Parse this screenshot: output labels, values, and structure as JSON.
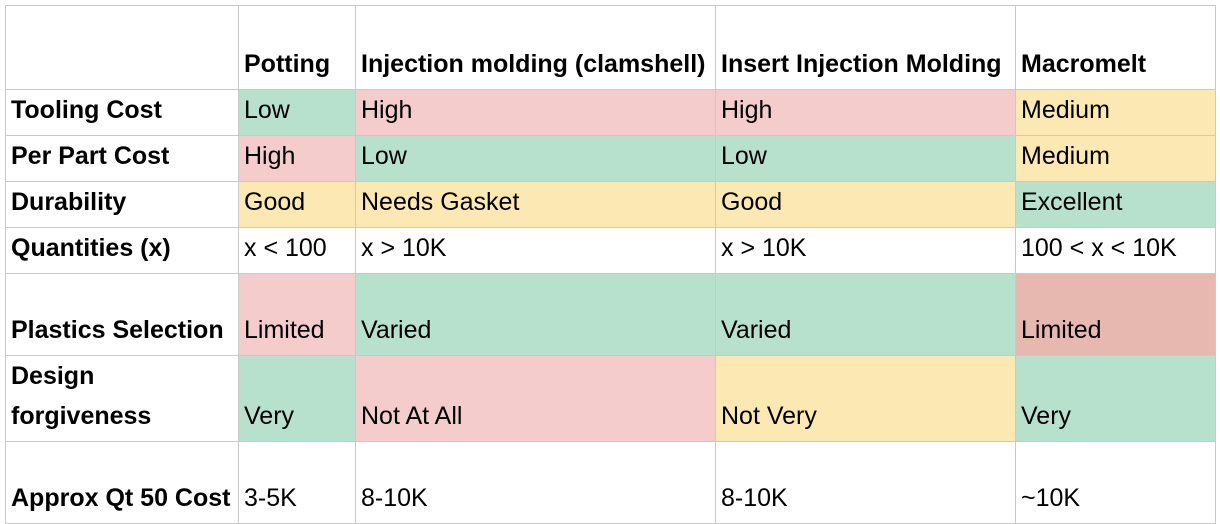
{
  "table": {
    "columns": [
      "",
      "Potting",
      "Injection molding (clamshell)",
      "Insert Injection Molding",
      "Macromelt"
    ],
    "rows": [
      {
        "label": "Tooling Cost",
        "cells": [
          "Low",
          "High",
          "High",
          "Medium"
        ]
      },
      {
        "label": "Per Part Cost",
        "cells": [
          "High",
          "Low",
          "Low",
          "Medium"
        ]
      },
      {
        "label": "Durability",
        "cells": [
          "Good",
          "Needs Gasket",
          "Good",
          "Excellent"
        ]
      },
      {
        "label": "Quantities (x)",
        "cells": [
          "x < 100",
          "x > 10K",
          "x > 10K",
          "100 < x < 10K"
        ]
      },
      {
        "label": "Plastics Selection",
        "cells": [
          "Limited",
          "Varied",
          "Varied",
          "Limited"
        ]
      },
      {
        "label": "Design forgiveness",
        "cells": [
          "Very",
          "Not At All",
          "Not Very",
          "Very"
        ]
      },
      {
        "label": "Approx Qt 50 Cost",
        "cells": [
          "3-5K",
          "8-10K",
          "8-10K",
          "~10K"
        ]
      }
    ]
  },
  "colors": {
    "green": "#b7e1cd",
    "red": "#f4cccc",
    "yellow": "#fce8b2",
    "dark_red": "#e6b8af",
    "grid": "#c9c9c9"
  }
}
